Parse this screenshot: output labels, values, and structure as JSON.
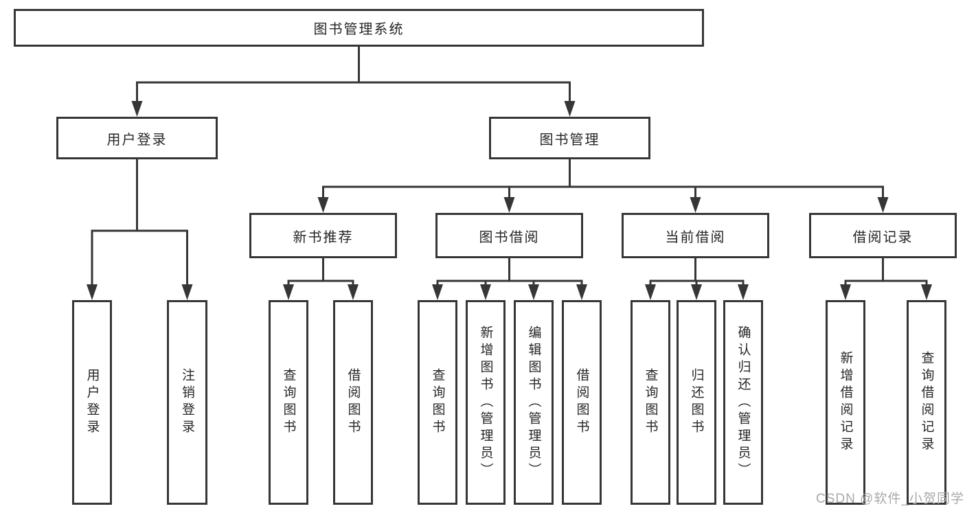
{
  "diagram": {
    "root": {
      "label": "图书管理系统"
    },
    "branches": [
      {
        "label": "用户登录",
        "children": [
          {
            "label": "用户登录"
          },
          {
            "label": "注销登录"
          }
        ]
      },
      {
        "label": "图书管理",
        "children": [
          {
            "label": "新书推荐",
            "children": [
              {
                "label": "查询图书"
              },
              {
                "label": "借阅图书"
              }
            ]
          },
          {
            "label": "图书借阅",
            "children": [
              {
                "label": "查询图书"
              },
              {
                "label": "新增图书（管理员）"
              },
              {
                "label": "编辑图书（管理员）"
              },
              {
                "label": "借阅图书"
              }
            ]
          },
          {
            "label": "当前借阅",
            "children": [
              {
                "label": "查询图书"
              },
              {
                "label": "归还图书"
              },
              {
                "label": "确认归还（管理员）"
              }
            ]
          },
          {
            "label": "借阅记录",
            "children": [
              {
                "label": "新增借阅记录"
              },
              {
                "label": "查询借阅记录"
              }
            ]
          }
        ]
      }
    ]
  },
  "watermark": {
    "text": "CSDN @软件_小贺同学"
  },
  "colors": {
    "line": "#363636",
    "box_border": "#363636",
    "box_bg": "#ffffff",
    "text": "#262626",
    "watermark": "#a9a9a9"
  }
}
